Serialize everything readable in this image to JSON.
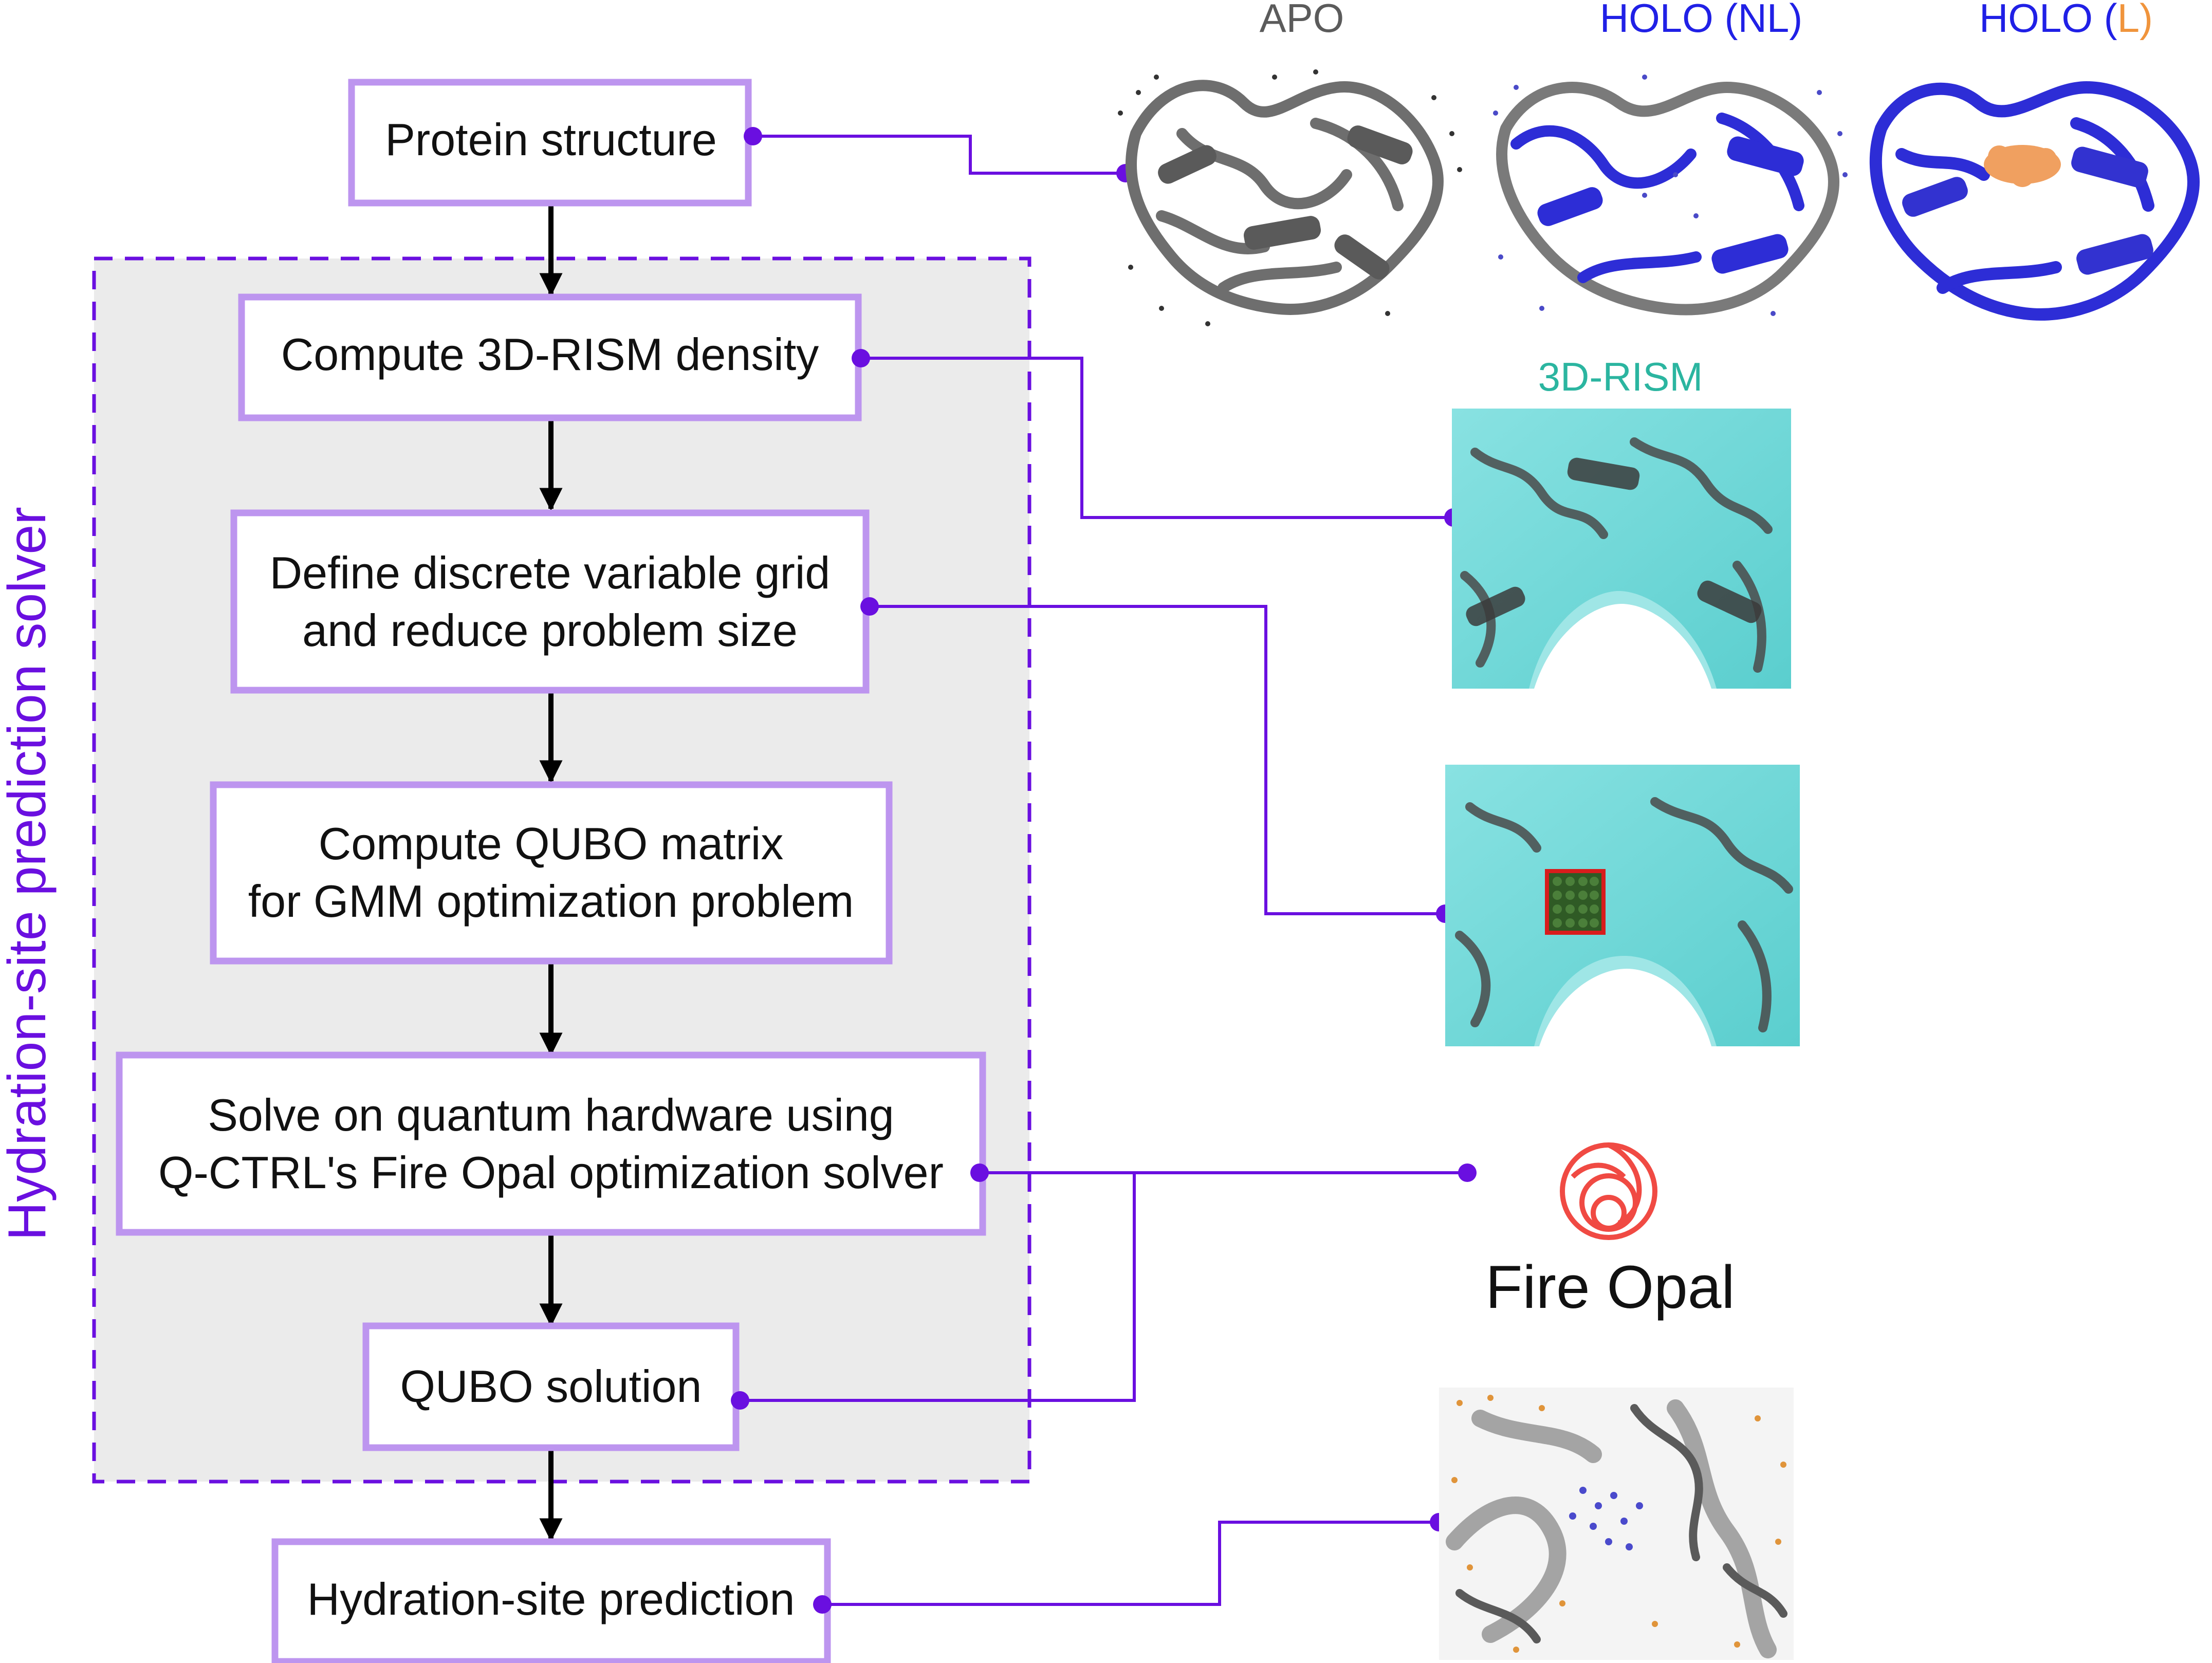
{
  "colors": {
    "accent": "#6a0fe0",
    "box_border": "#bd95ef",
    "solver_bg": "#ebebeb",
    "arrow": "#000000",
    "apo_label": "#5b5b5b",
    "holo_label": "#2020e6",
    "ligand_label": "#f0943c",
    "rism_label": "#2bb5a0",
    "fire_opal_logo": "#f04a43",
    "protein_gray": "#6e6e6e",
    "protein_blue": "#2d2dd6",
    "rism_cyan": "#59d3d3",
    "grid_green": "#2f5a25",
    "grid_box_red": "#d81c1c"
  },
  "solver": {
    "label": "Hydration-site prediction solver"
  },
  "steps": [
    {
      "id": "protein-structure",
      "lines": [
        "Protein structure"
      ]
    },
    {
      "id": "compute-3d-rism-density",
      "lines": [
        "Compute 3D-RISM density"
      ]
    },
    {
      "id": "define-discrete-variable-grid",
      "lines": [
        "Define discrete variable grid",
        "and reduce problem size"
      ]
    },
    {
      "id": "compute-qubo-matrix",
      "lines": [
        "Compute QUBO matrix",
        "for GMM optimization problem"
      ]
    },
    {
      "id": "solve-on-quantum-hardware",
      "lines": [
        "Solve on quantum hardware using",
        "Q-CTRL's Fire Opal optimization solver"
      ]
    },
    {
      "id": "qubo-solution",
      "lines": [
        "QUBO solution"
      ]
    },
    {
      "id": "hydration-site-prediction",
      "lines": [
        "Hydration-site prediction"
      ]
    }
  ],
  "structure_labels": {
    "apo": "APO",
    "holo_nl": "HOLO (NL)",
    "holo_l_prefix": "HOLO (",
    "holo_l_ligand": "L",
    "holo_l_suffix": ")"
  },
  "rism_label": "3D-RISM",
  "fire_opal": {
    "wordmark": "Fire Opal",
    "icon": "fire-opal-logo-icon"
  },
  "images": [
    {
      "name": "apo-structure-image",
      "description_icon": "protein-ribbon"
    },
    {
      "name": "holo-nl-structure-image",
      "description_icon": "protein-ribbon"
    },
    {
      "name": "holo-l-structure-image",
      "description_icon": "protein-ribbon-with-ligand"
    },
    {
      "name": "rism-density-image",
      "description_icon": "protein-density"
    },
    {
      "name": "grid-image",
      "description_icon": "protein-density-grid"
    },
    {
      "name": "hydration-sites-image",
      "description_icon": "protein-hydration-sites"
    }
  ]
}
